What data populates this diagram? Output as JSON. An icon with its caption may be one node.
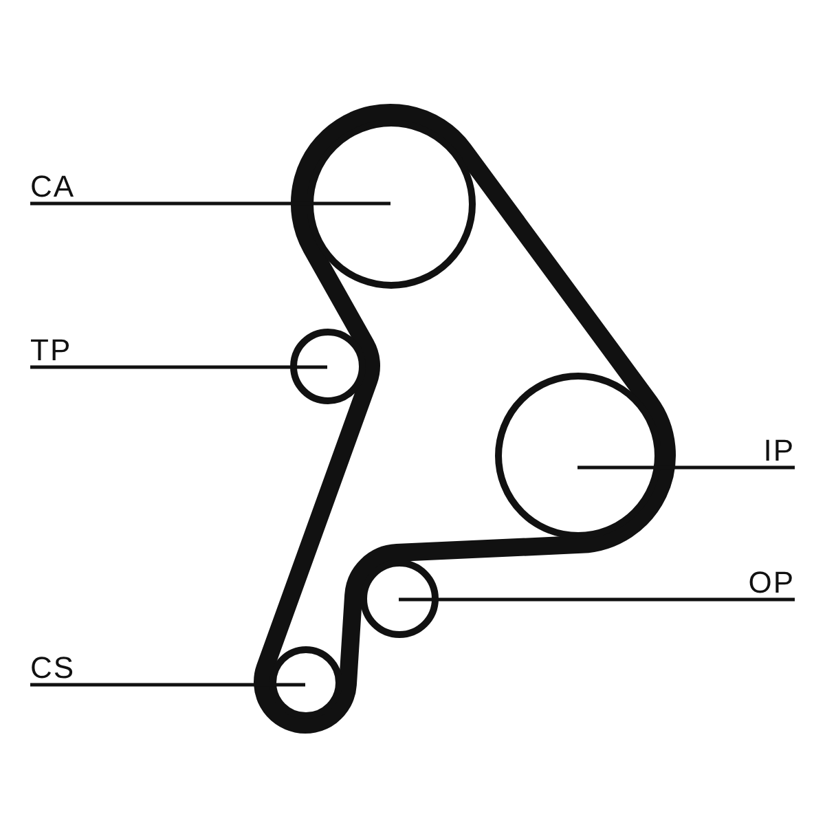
{
  "diagram": {
    "nodes": [
      {
        "text": [
          "CA"
        ]
      },
      {
        "text": [],
        "shape": "circle"
      },
      {
        "text": [
          "TP"
        ]
      },
      {
        "text": [],
        "shape": "circle"
      },
      {
        "text": [
          "IP"
        ]
      },
      {
        "text": [],
        "shape": "circle"
      },
      {
        "text": [
          "OP"
        ]
      },
      {
        "text": [],
        "shape": "circle"
      },
      {
        "text": [
          "CS"
        ]
      },
      {
        "text": [],
        "shape": "circle"
      }
    ],
    "edges": [
      {
        "from": 0,
        "to": 1,
        "arrow": "none"
      },
      {
        "from": 2,
        "to": 3,
        "arrow": "none"
      },
      {
        "from": 4,
        "to": 5,
        "arrow": "none"
      },
      {
        "from": 6,
        "to": 7,
        "arrow": "none"
      },
      {
        "from": 8,
        "to": 9,
        "arrow": "none"
      }
    ]
  }
}
